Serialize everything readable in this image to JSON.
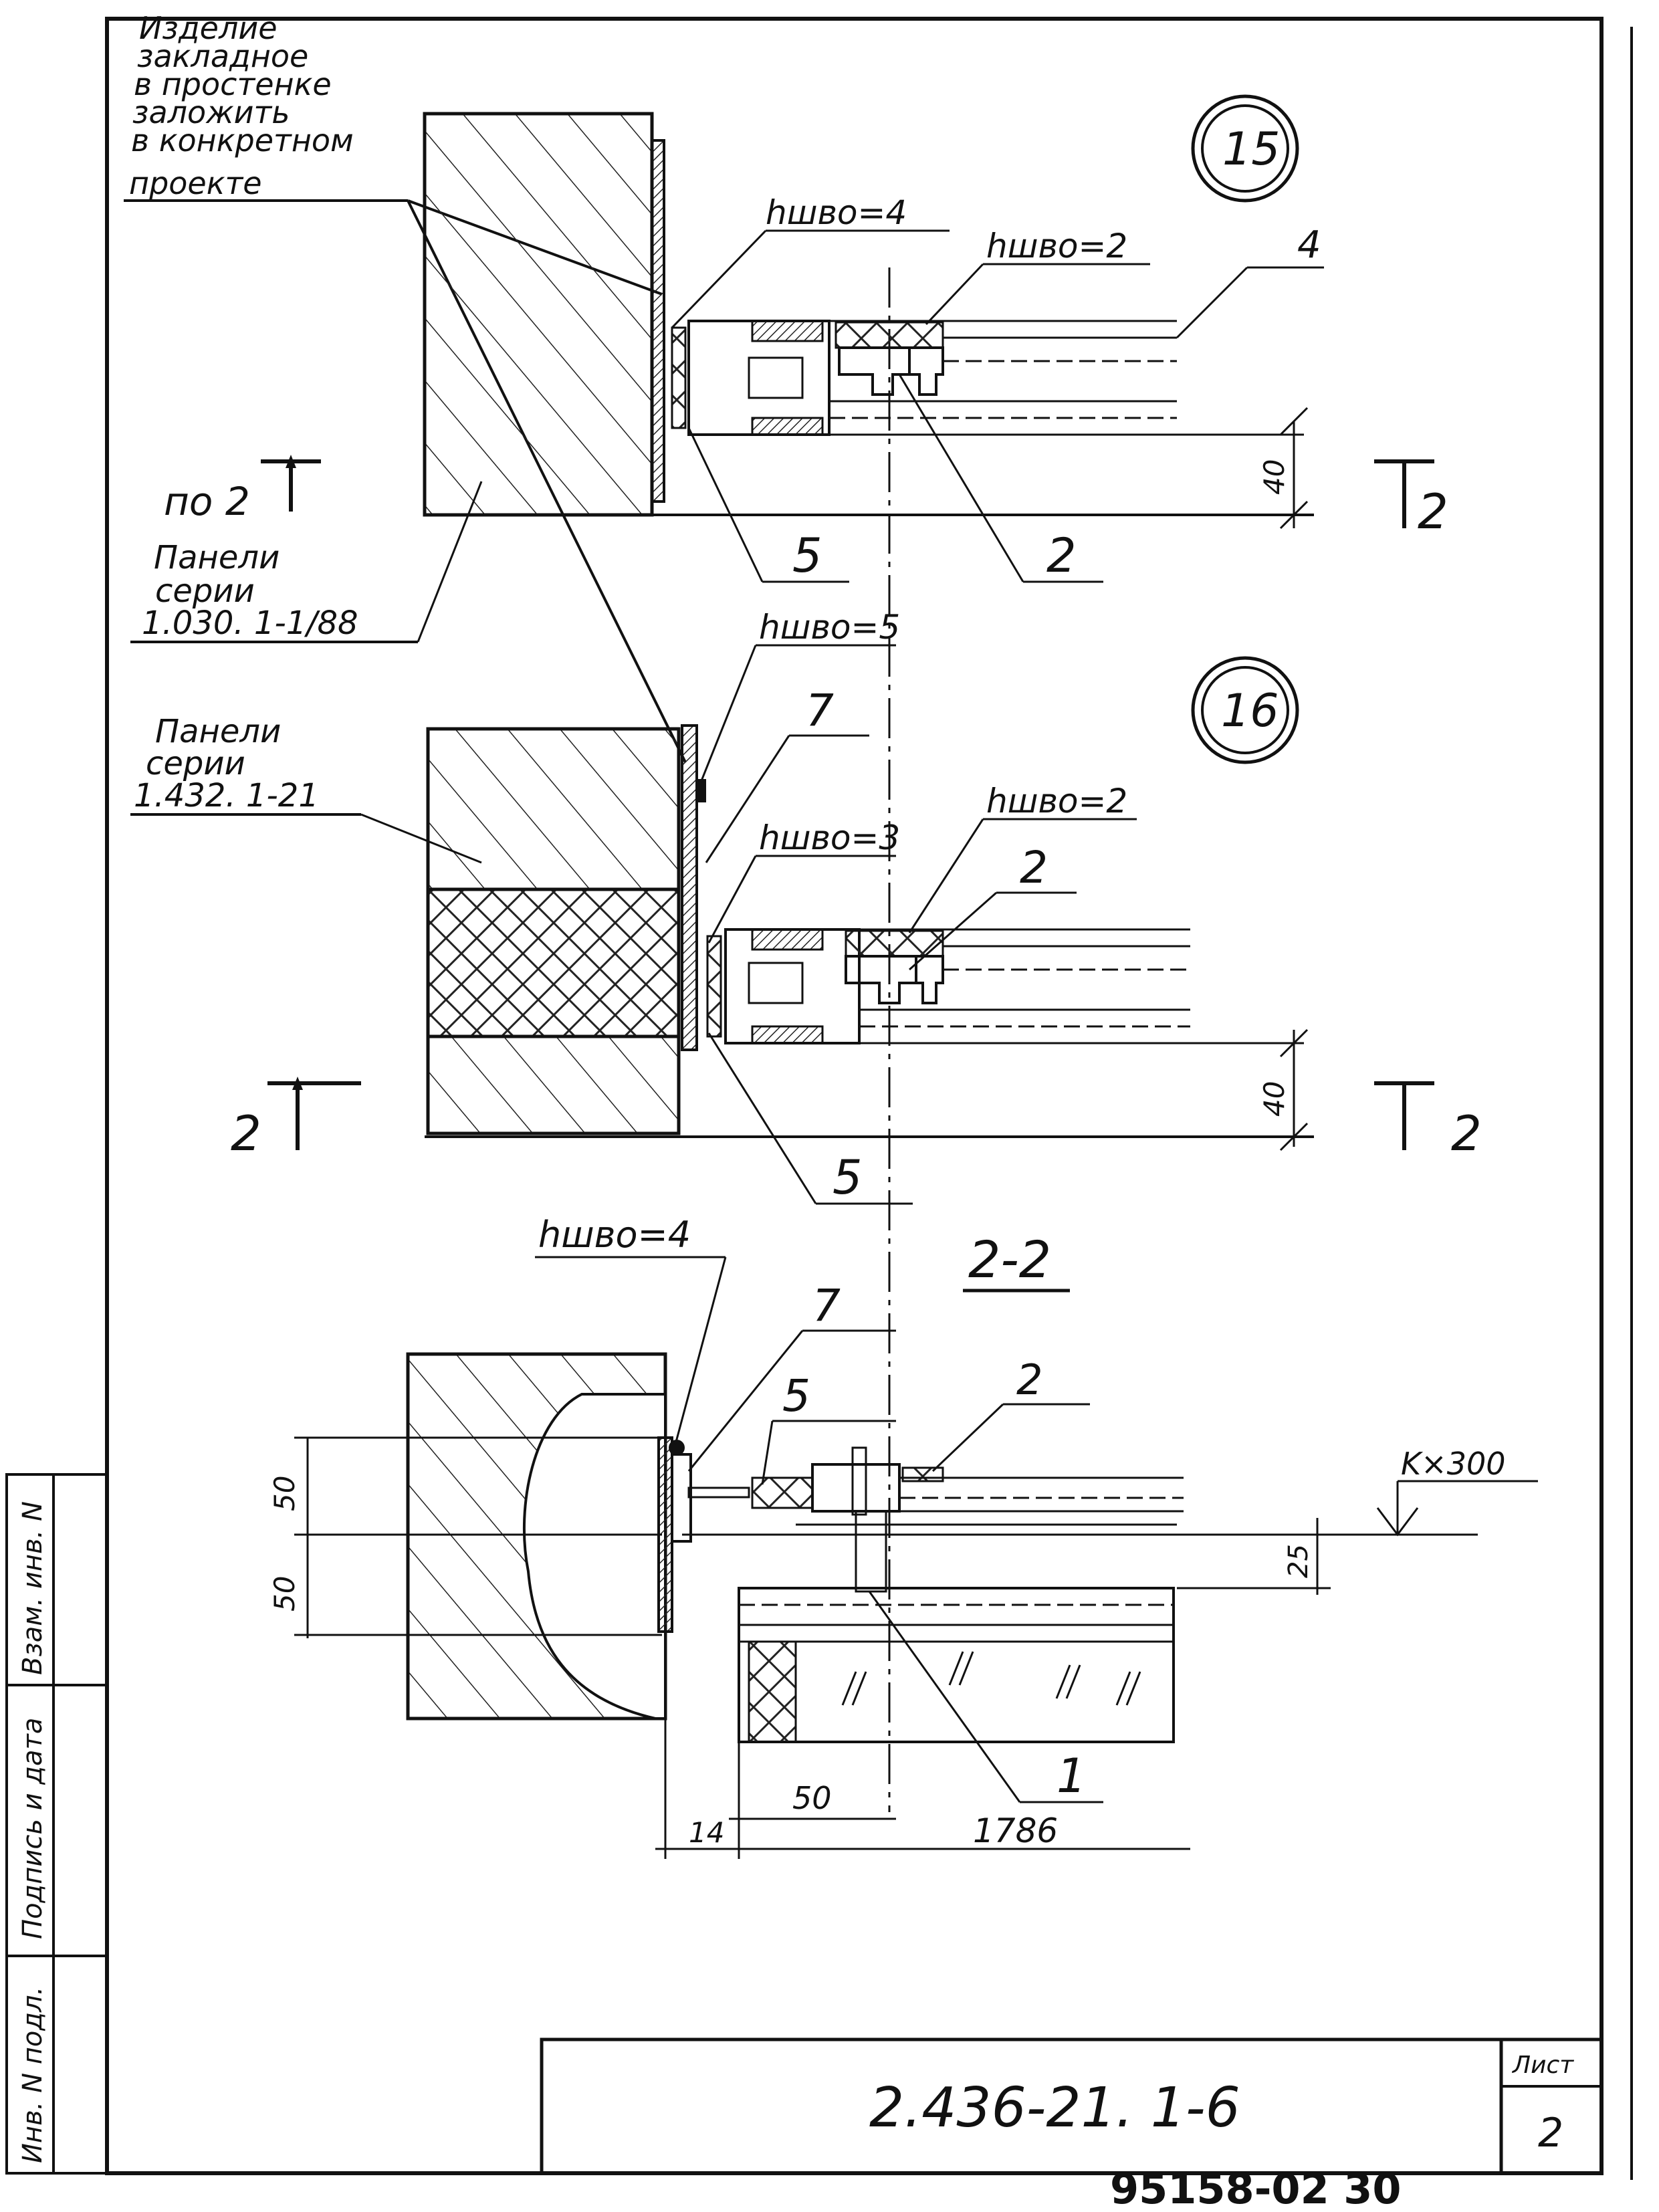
{
  "drawing": {
    "note_embedded": [
      "Изделие",
      "закладное",
      "в простенке",
      "заложить",
      "в конкретном",
      "проекте"
    ],
    "detail_15": "15",
    "detail_16": "16",
    "weld_4_top": "hшво=4",
    "weld_2_top": "hшво=2",
    "weld_5": "hшво=5",
    "weld_3": "hшво=3",
    "weld_2_mid": "hшво=2",
    "weld_4_bottom": "hшво=4",
    "panels_a": [
      "Панели",
      "серии",
      "1.030. 1-1/88"
    ],
    "panels_b": [
      "Панели",
      "серии",
      "1.432. 1-21"
    ],
    "section_ref_top_left": "по 2",
    "section_ref_top_right": "2",
    "section_ref_mid_left": "2",
    "section_ref_mid_right": "2",
    "section_title": "2-2",
    "callouts": {
      "c4": "4",
      "c5_top": "5",
      "c2_top": "2",
      "c7_mid": "7",
      "c2_mid": "2",
      "c5_mid": "5",
      "c7_bot": "7",
      "c5_bot": "5",
      "c2_bot": "2",
      "c1": "1"
    },
    "dims": {
      "d40_top": "40",
      "d40_mid": "40",
      "d50_a": "50",
      "d50_b": "50",
      "d25": "25",
      "d50_c": "50",
      "d14": "14",
      "d1786": "1786",
      "level": "K×300"
    }
  },
  "stamp": {
    "doc_number": "2.436-21. 1-6",
    "sheet_label": "Лист",
    "sheet_number": "2",
    "side_fields": [
      "Взам. инв. N",
      "Подпись и дата",
      "Инв. N подл."
    ]
  },
  "footer_code": "95158-02 30"
}
